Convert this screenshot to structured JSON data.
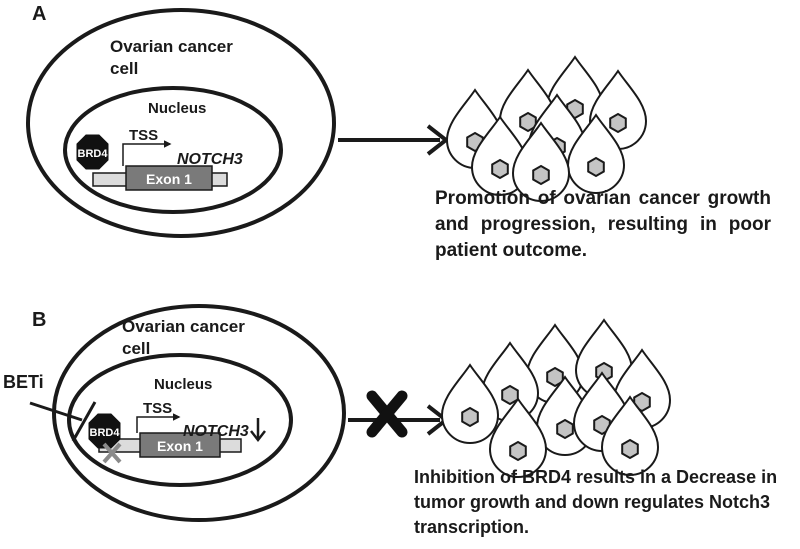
{
  "panel_a": {
    "letter": "A",
    "cell_label_line1": "Ovarian cancer",
    "cell_label_line2": "cell",
    "nucleus_label": "Nucleus",
    "protein_label": "BRD4",
    "tss_label": "TSS",
    "gene_label": "NOTCH3",
    "exon_label": "Exon 1",
    "outcome_text": "Promotion of ovarian cancer growth and progression, resulting in poor patient outcome."
  },
  "panel_b": {
    "letter": "B",
    "cell_label_line1": "Ovarian cancer",
    "cell_label_line2": "cell",
    "nucleus_label": "Nucleus",
    "inhibitor_label": "BETi",
    "protein_label": "BRD4",
    "tss_label": "TSS",
    "gene_label": "NOTCH3",
    "exon_label": "Exon 1",
    "outcome_text": "Inhibition of BRD4 results in a Decrease in tumor growth and down regulates Notch3 transcription."
  },
  "colors": {
    "outline": "#1a1a1a",
    "brd4": "#111111",
    "exon": "#7a7a7a",
    "promoter_bar": "#dcdcdc",
    "cell_nucleus": "#c4c4c4",
    "inhibited_x": "#8a8a8a"
  }
}
